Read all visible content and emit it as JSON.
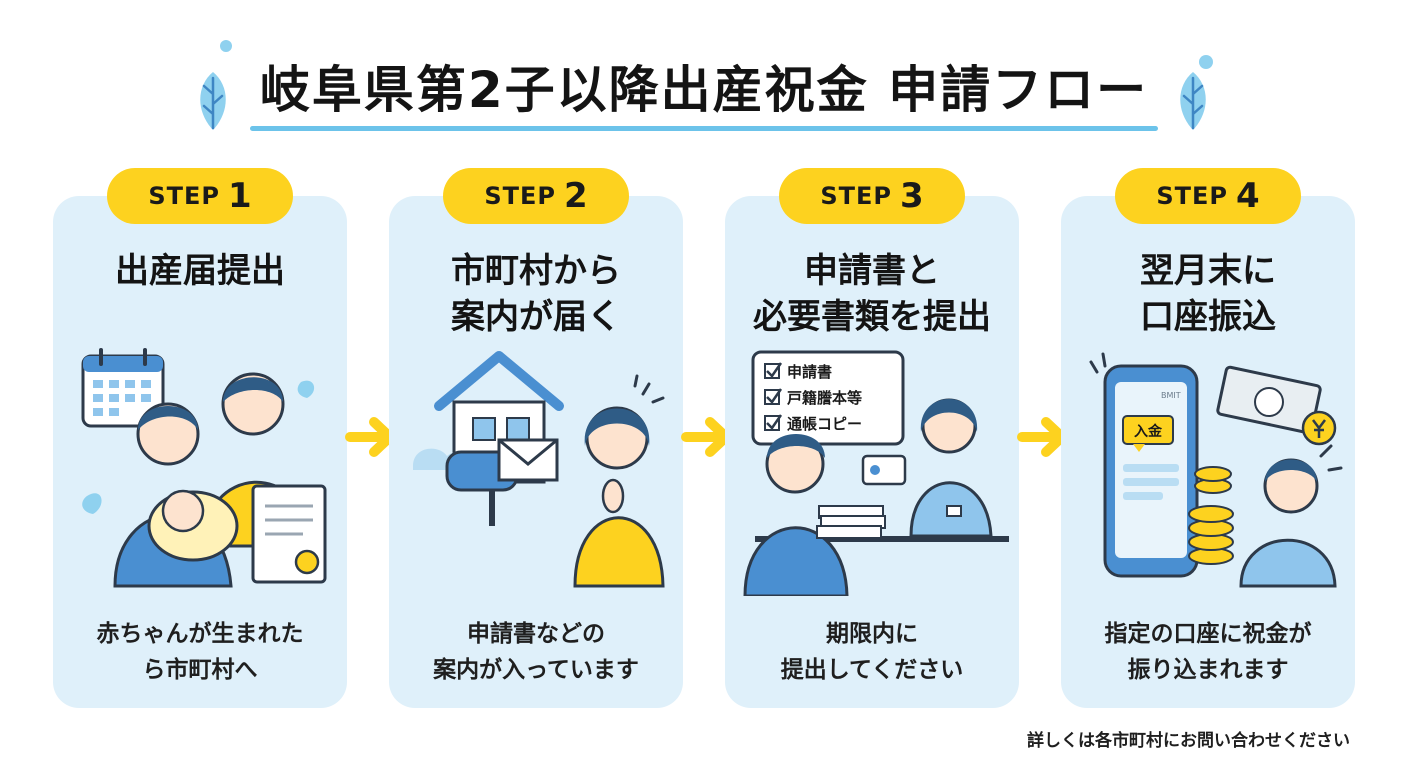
{
  "title": "岐阜県第2子以降出産祝金 申請フロー",
  "colors": {
    "card": "#dff0fa",
    "badge": "#fdd21f",
    "accent": "#6cc3ea",
    "arrow": "#fdd21f",
    "figure": "#4a8fd1"
  },
  "steps": [
    {
      "label": "STEP",
      "number": "1",
      "heading": [
        "出産届提出"
      ],
      "description": [
        "赤ちゃんが生まれた",
        "ら市町村へ"
      ]
    },
    {
      "label": "STEP",
      "number": "2",
      "heading": [
        "市町村から",
        "案内が届く"
      ],
      "description": [
        "申請書などの",
        "案内が入っています"
      ]
    },
    {
      "label": "STEP",
      "number": "3",
      "heading": [
        "申請書と",
        "必要書類を提出"
      ],
      "description": [
        "期限内に",
        "提出してください"
      ]
    },
    {
      "label": "STEP",
      "number": "4",
      "heading": [
        "翌月末に",
        "口座振込"
      ],
      "description": [
        "指定の口座に祝金が",
        "振り込まれます"
      ]
    }
  ],
  "step3_checklist": [
    "申請書",
    "戸籍謄本等",
    "通帳コピー"
  ],
  "step4_phone_badge": "入金",
  "step4_phone_brand": "BMIT",
  "footer_note": "詳しくは各市町村にお問い合わせください"
}
